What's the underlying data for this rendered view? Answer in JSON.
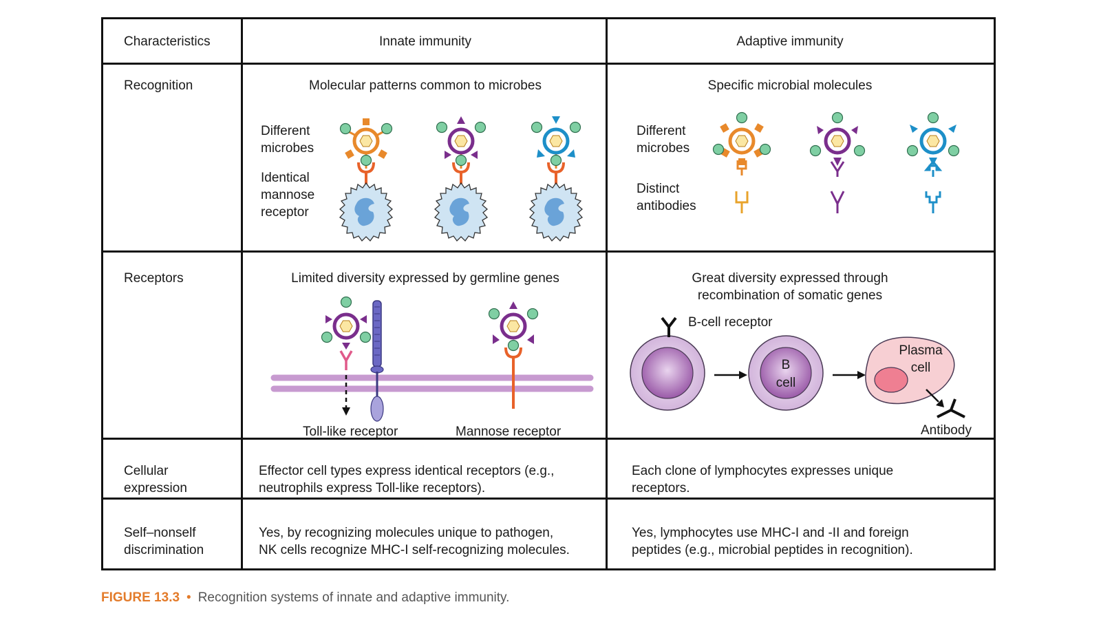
{
  "header": {
    "characteristics": "Characteristics",
    "innate": "Innate immunity",
    "adaptive": "Adaptive immunity"
  },
  "rows": {
    "recognition": {
      "label": "Recognition",
      "innate_title": "Molecular patterns common to microbes",
      "innate_label1": [
        "Different",
        "microbes"
      ],
      "innate_label2": [
        "Identical",
        "mannose",
        "receptor"
      ],
      "adaptive_title": "Specific microbial molecules",
      "adaptive_label1": [
        "Different",
        "microbes"
      ],
      "adaptive_label2": [
        "Distinct",
        "antibodies"
      ]
    },
    "receptors": {
      "label": "Receptors",
      "innate_title": "Limited diversity expressed by germline genes",
      "toll_label": "Toll-like receptor",
      "mannose_label": "Mannose receptor",
      "adaptive_title": [
        "Great diversity expressed through",
        "recombination of somatic genes"
      ],
      "bcr_label": "B-cell receptor",
      "bcell_label": [
        "B",
        "cell"
      ],
      "plasma_label": [
        "Plasma",
        "cell"
      ],
      "antibody_label": "Antibody"
    },
    "cellular": {
      "label": [
        "Cellular",
        "expression"
      ],
      "innate": [
        "Effector cell types express identical receptors (e.g.,",
        "neutrophils express Toll-like receptors)."
      ],
      "adaptive": [
        "Each clone of lymphocytes expresses unique",
        "receptors."
      ]
    },
    "self": {
      "label": [
        "Self–nonself",
        "discrimination"
      ],
      "innate": [
        "Yes, by recognizing molecules unique to pathogen,",
        "NK cells recognize MHC-I self-recognizing molecules."
      ],
      "adaptive": [
        "Yes, lymphocytes use MHC-I and -II and foreign",
        "peptides (e.g., microbial peptides in recognition)."
      ]
    }
  },
  "caption": {
    "label": "FIGURE 13.3",
    "bullet": "•",
    "text": "Recognition systems of innate and adaptive immunity."
  },
  "colors": {
    "orange": "#e8892b",
    "purple": "#7a2e8c",
    "blue": "#1d8fc8",
    "green_ball": "#7fcfa3",
    "hexagon": "#fbe7a3",
    "cell_fill": "#cfe4f3",
    "nucleus": "#6aa3d8",
    "membrane": "#c79ad0",
    "pink": "#e05a8a",
    "plasma": "#f3c2c8"
  }
}
